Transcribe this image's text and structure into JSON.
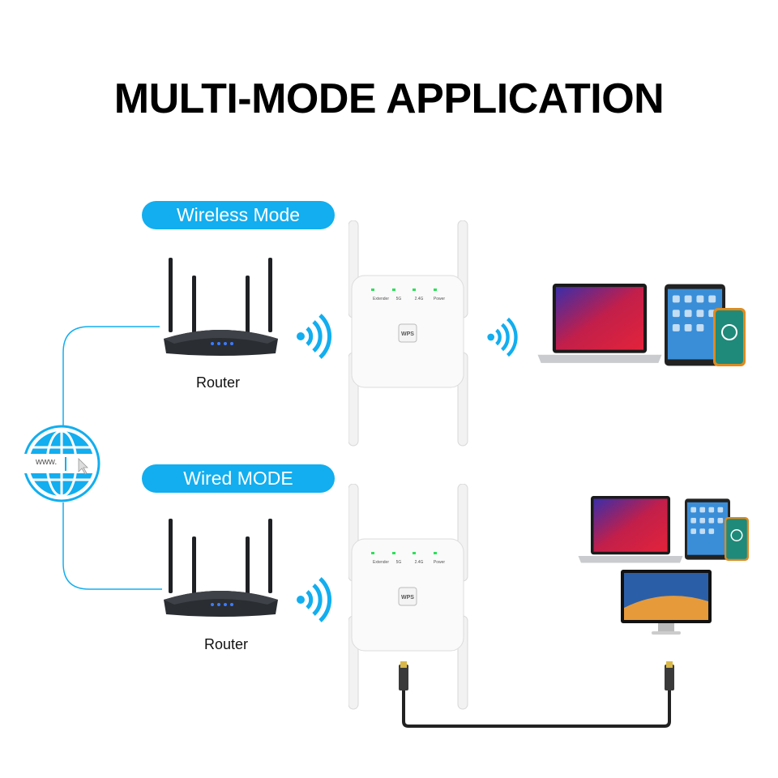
{
  "title": "MULTI-MODE APPLICATION",
  "modes": [
    {
      "label": "Wireless Mode",
      "router_label": "Router"
    },
    {
      "label": "Wired MODE",
      "router_label": "Router"
    }
  ],
  "extender": {
    "indicators": [
      "Extender",
      "5G",
      "2.4G",
      "Power"
    ],
    "button": "WPS"
  },
  "globe": {
    "text": "www."
  },
  "colors": {
    "accent": "#12aeef",
    "led": "#2ee05a",
    "router": "#2a2d31"
  }
}
